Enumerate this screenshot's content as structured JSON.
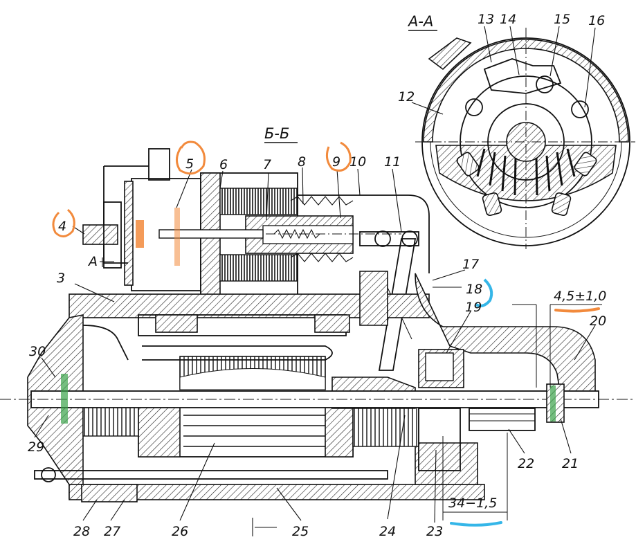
{
  "sections": {
    "aa": "А-А",
    "bb": "Б-Б",
    "a_arrow": "А"
  },
  "labels": {
    "l3": "3",
    "l4": "4",
    "l5": "5",
    "l6": "6",
    "l7": "7",
    "l8": "8",
    "l9": "9",
    "l10": "10",
    "l11": "11",
    "l12": "12",
    "l13": "13",
    "l14": "14",
    "l15": "15",
    "l16": "16",
    "l17": "17",
    "l18": "18",
    "l19": "19",
    "l20": "20",
    "l21": "21",
    "l22": "22",
    "l23": "23",
    "l24": "24",
    "l25": "25",
    "l26": "26",
    "l27": "27",
    "l28": "28",
    "l29": "29",
    "l30": "30"
  },
  "dimensions": {
    "gap": "4,5±1,0",
    "length": "34−1,5"
  },
  "markup_colors": {
    "orange": "#f28a3c",
    "blue": "#35b6e8",
    "green": "#3aa24a"
  }
}
